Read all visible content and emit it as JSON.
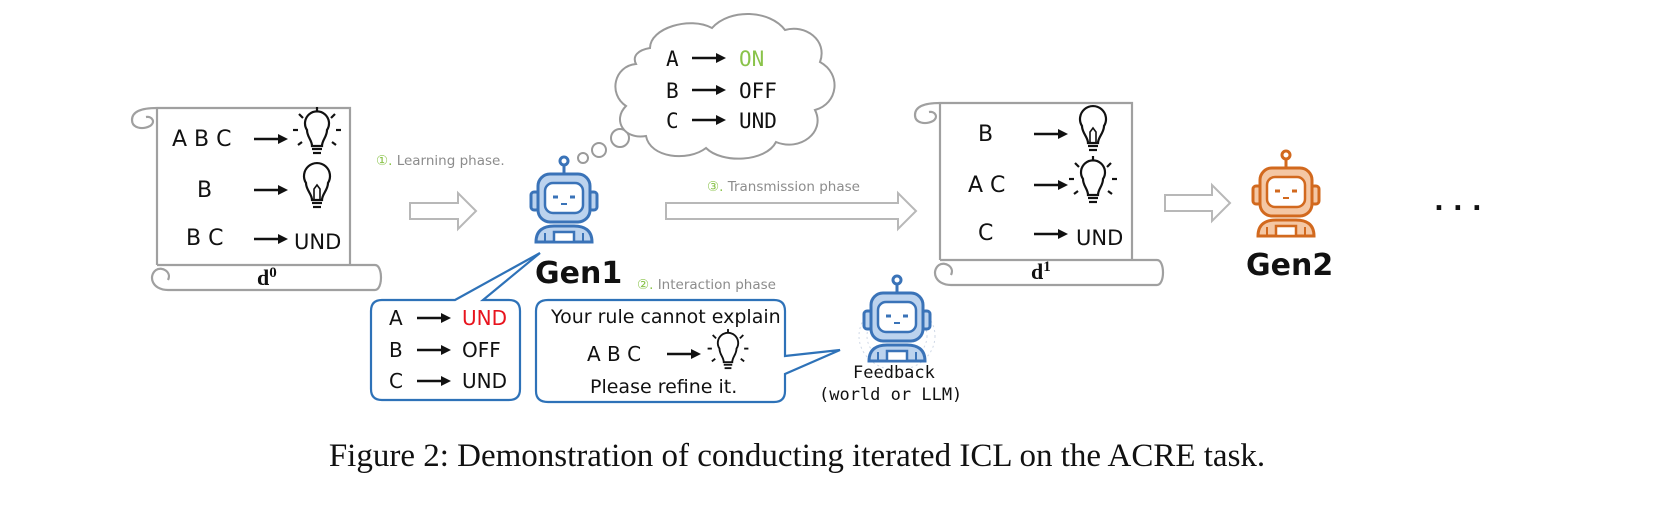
{
  "doc0": {
    "rows": [
      {
        "left": "A B C",
        "right": ""
      },
      {
        "left": "B",
        "right": ""
      },
      {
        "left": "B C",
        "right": "UND"
      }
    ],
    "label": "d",
    "label_sup": "0"
  },
  "doc1": {
    "rows": [
      {
        "left": "B",
        "right": ""
      },
      {
        "left": "A C",
        "right": ""
      },
      {
        "left": "C",
        "right": "UND"
      }
    ],
    "label": "d",
    "label_sup": "1"
  },
  "thought": {
    "rows": [
      {
        "left": "A",
        "right": "ON"
      },
      {
        "left": "B",
        "right": "OFF"
      },
      {
        "left": "C",
        "right": "UND"
      }
    ]
  },
  "phases": {
    "learning_num": "①.",
    "learning": " Learning phase.",
    "interaction_num": "②.",
    "interaction": " Interaction phase",
    "transmission_num": "③.",
    "transmission": " Transmission phase"
  },
  "gen1": "Gen1",
  "gen2": "Gen2",
  "speech": {
    "rows": [
      {
        "left": "A",
        "right": "UND"
      },
      {
        "left": "B",
        "right": "OFF"
      },
      {
        "left": "C",
        "right": "UND"
      }
    ]
  },
  "feedback_bubble": {
    "line1": "Your rule cannot explain",
    "example_left": "A B C",
    "line3": "Please refine it."
  },
  "feedback_label": {
    "line1": "Feedback",
    "line2": "(world or LLM)"
  },
  "ellipsis": ". . .",
  "caption": "Figure 2: Demonstration of conducting iterated ICL on the ACRE task.",
  "colors": {
    "green": "#8ac34a",
    "red": "#e8141e",
    "blue_robot": "#3a73b8",
    "blue_fill": "#bcd3ee",
    "orange_robot": "#d2691e",
    "orange_fill": "#f4c7a4",
    "bubble_border": "#2e72b8",
    "scroll_border": "#a0a0a0"
  }
}
